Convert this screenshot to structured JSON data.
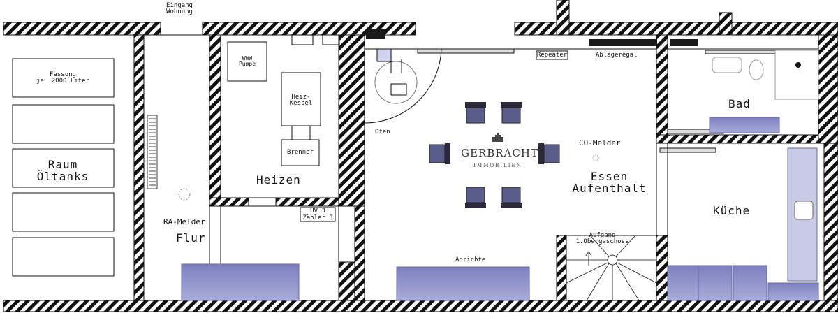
{
  "labels": {
    "eingang": "Eingang\nWohnung",
    "fassung": "Fassung\nje  2000 Liter",
    "raum_oeltanks": "Raum\nÖltanks",
    "www_pumpe": "WWW\nPumpe",
    "heiz_kessel": "Heiz-\nKessel",
    "brenner": "Brenner",
    "heizen": "Heizen",
    "ra_melder": "RA-Melder",
    "flur": "Flur",
    "uv": "UV 3",
    "zaehler": "Zähler 3",
    "ofen": "Ofen",
    "repeater": "Repeater",
    "ablageregal": "Ablageregal",
    "bad": "Bad",
    "co_melder": "CO-Melder",
    "essen": "Essen\nAufenthalt",
    "kueche": "Küche",
    "anrichte": "Anrichte",
    "aufgang": "Aufgang\n1.Obergeschoss"
  },
  "logo": {
    "name": "GERBRACHT",
    "sub": "IMMOBILIEN"
  },
  "colors": {
    "hatch": "#111111",
    "furniture": "#8c8fc4",
    "wall_background": "#ffffff"
  }
}
